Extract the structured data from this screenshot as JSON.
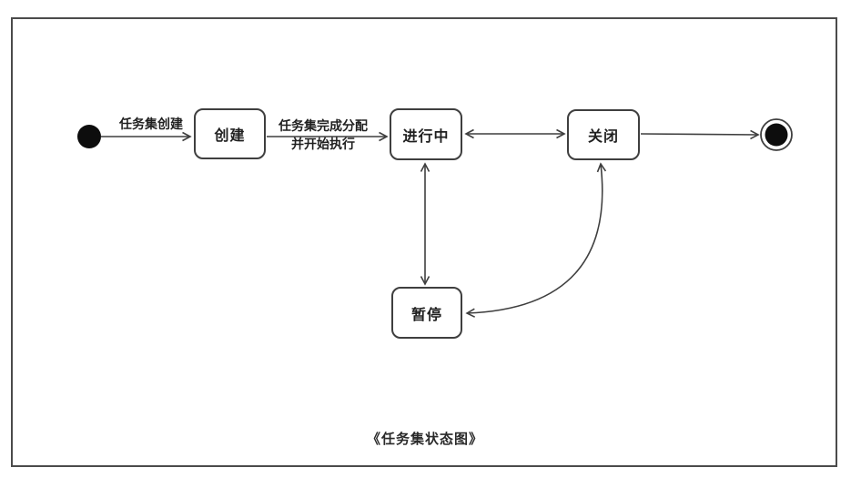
{
  "diagram": {
    "type": "uml-state-diagram",
    "caption": "《任务集状态图》",
    "states": [
      {
        "id": "create",
        "label": "创建"
      },
      {
        "id": "in-progress",
        "label": "进行中"
      },
      {
        "id": "closed",
        "label": "关闭"
      },
      {
        "id": "paused",
        "label": "暂停"
      }
    ],
    "markers": {
      "initial_state": "filled-circle",
      "final_state": "ringed-filled-circle"
    },
    "transitions": [
      {
        "from": "initial",
        "to": "创建",
        "label": "任务集创建",
        "bidirectional": false
      },
      {
        "from": "创建",
        "to": "进行中",
        "label_lines": [
          "任务集完成分配",
          "并开始执行"
        ],
        "bidirectional": false
      },
      {
        "from": "进行中",
        "to": "关闭",
        "label": "",
        "bidirectional": true
      },
      {
        "from": "关闭",
        "to": "final",
        "label": "",
        "bidirectional": false
      },
      {
        "from": "进行中",
        "to": "暂停",
        "label": "",
        "bidirectional": true
      },
      {
        "from": "暂停",
        "to": "关闭",
        "label": "",
        "bidirectional": true,
        "style": "curved"
      }
    ],
    "colors": {
      "line": "#3f3f3f",
      "text": "#1f1f1f",
      "background": "#ffffff",
      "border": "#4b4b4b"
    }
  }
}
